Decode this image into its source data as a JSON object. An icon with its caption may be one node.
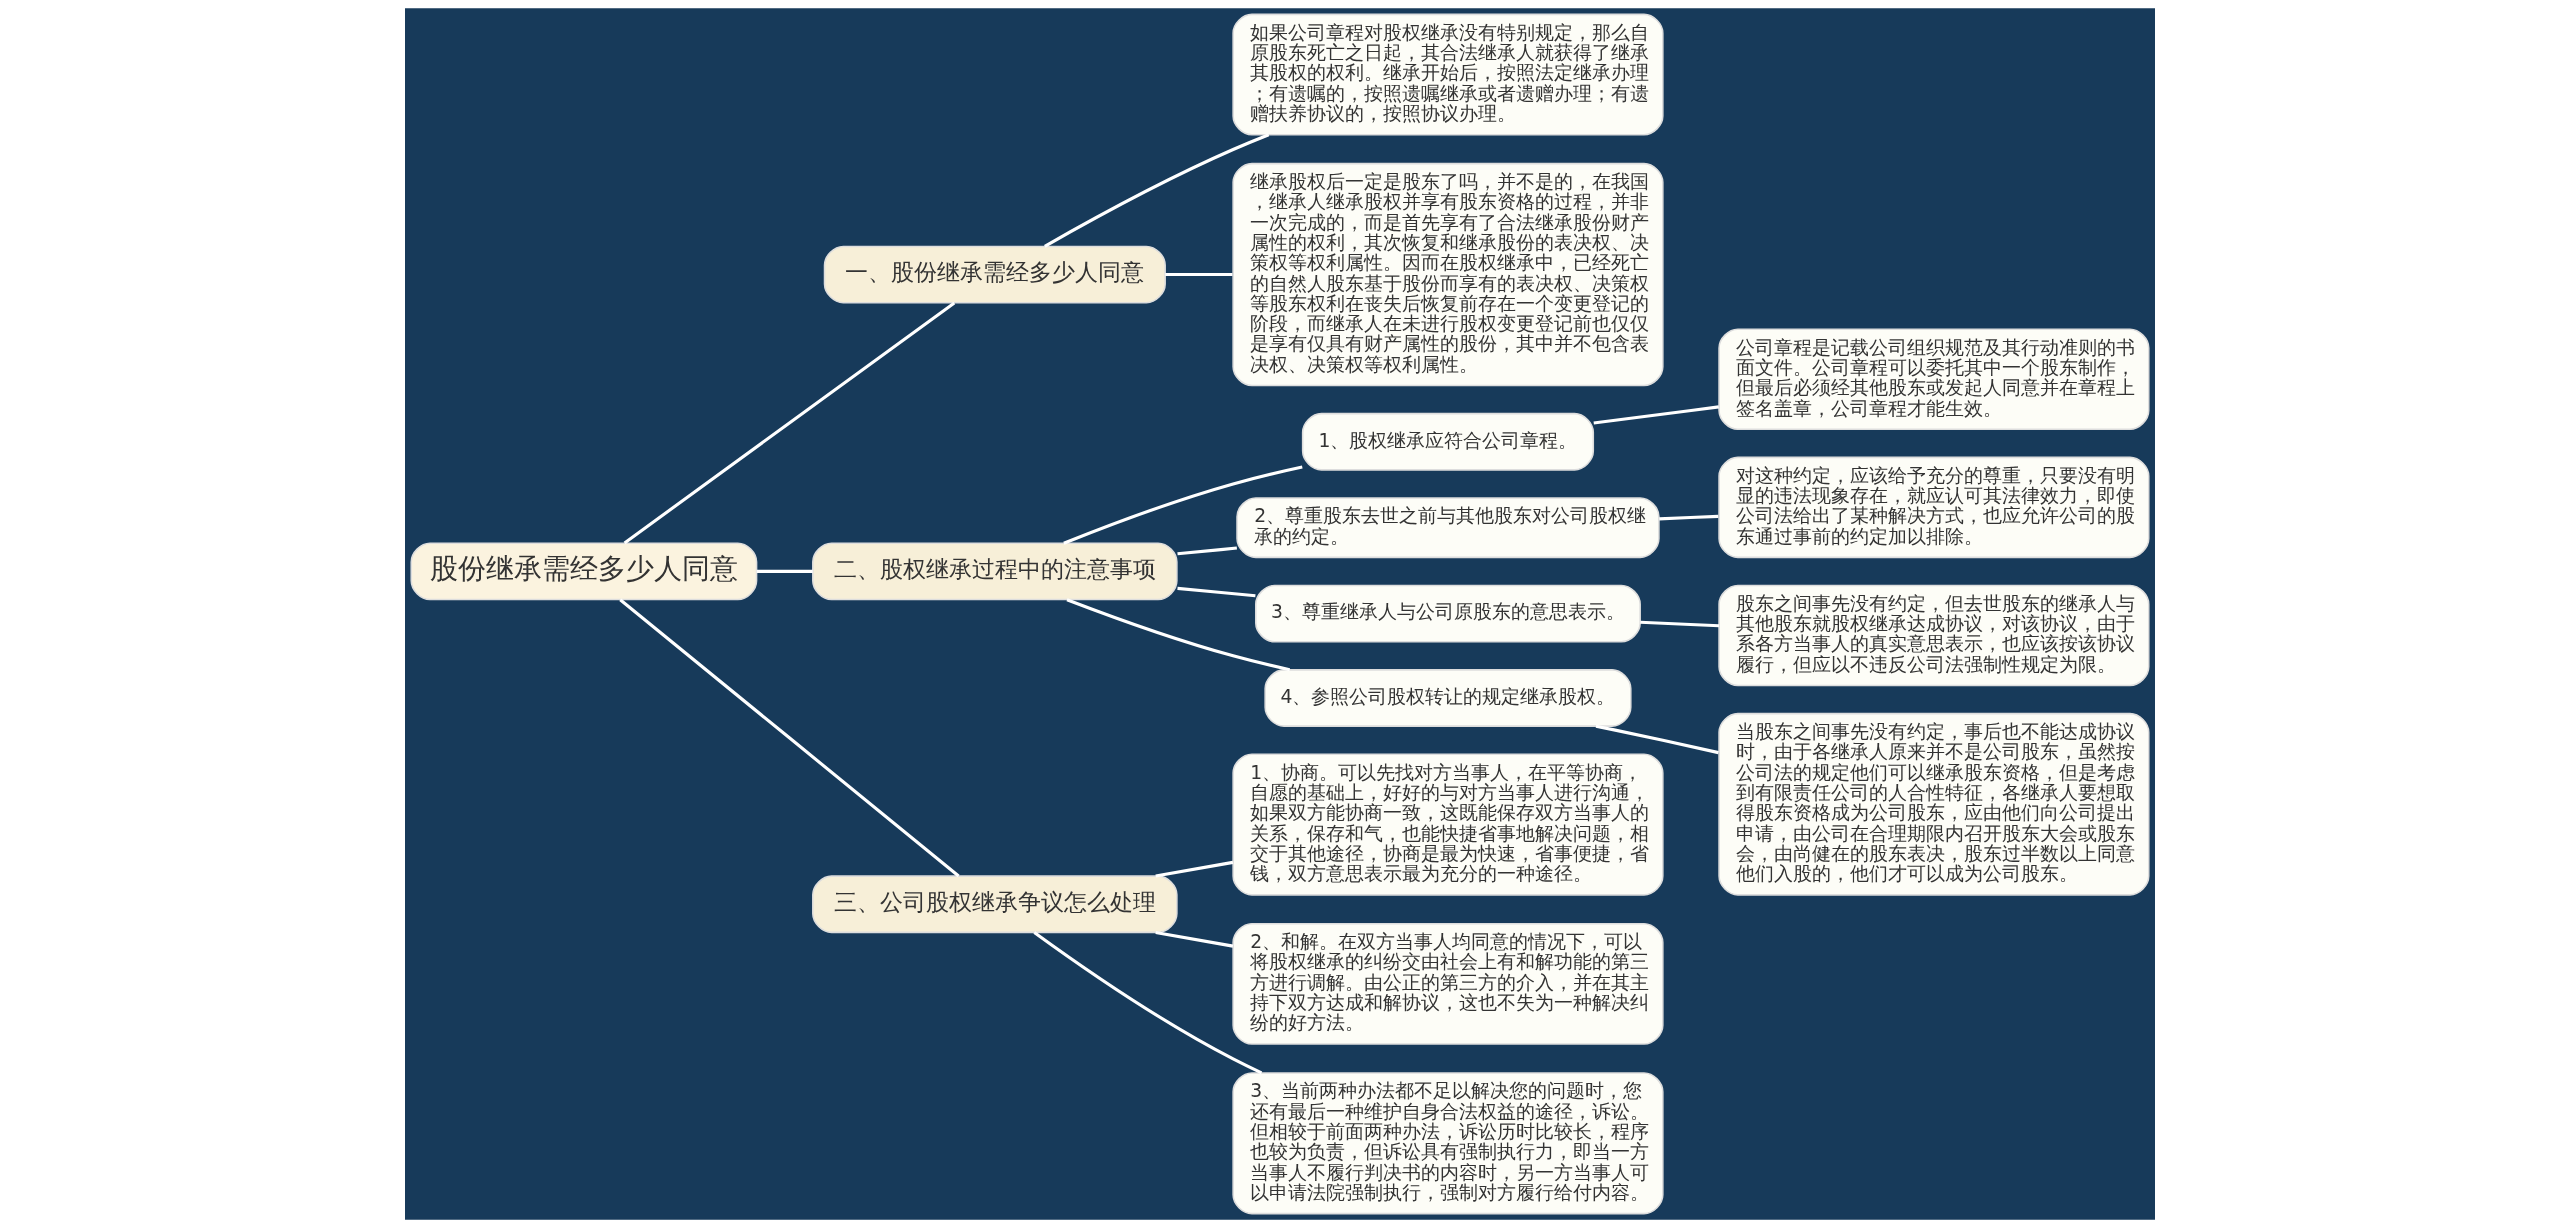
{
  "diagram": {
    "nodes": [
      {
        "text": [
          "股份继承需经多少人同意"
        ]
      },
      {
        "text": [
          "一、股份继承需经多少人同意"
        ]
      },
      {
        "text": [
          "如果公司章程对股权继承没有特别规定，那么自原股东死亡之日起，其合法继承人就获得了继承其股权的权利。继承开始后，按照法定继承办理；有遗嘱的，按照遗嘱继承或者遗赠办理；有遗赠扶养协议的，按照协议办理。"
        ]
      },
      {
        "text": [
          "继承股权后一定是股东了吗，并不是的，在我国，继承人继承股权并享有股东资格的过程，并非一次完成的，而是首先享有了合法继承股份财产属性的权利，其次恢复和继承股份的表决权、决策权等权利属性。因而在股权继承中，已经死亡的自然人股东基于股份而享有的表决权、决策权等股东权利在丧失后恢复前存在一个变更登记的阶段，而继承人在未进行股权变更登记前也仅仅是享有仅具有财产属性的股份，其中并不包含表决权、决策权等权利属性。"
        ]
      },
      {
        "text": [
          "二、股权继承过程中的注意事项"
        ]
      },
      {
        "text": [
          "1、股权继承应符合公司章程。"
        ]
      },
      {
        "text": [
          "公司章程是记载公司组织规范及其行动准则的书面文件。公司章程可以委托其中一个股东制作，但最后必须经其他股东或发起人同意并在章程上签名盖章，公司章程才能生效。"
        ]
      },
      {
        "text": [
          "2、尊重股东去世之前与其他股东对公司股权继承的约定。"
        ]
      },
      {
        "text": [
          "对这种约定，应该给予充分的尊重，只要没有明显的违法现象存在，就应认可其法律效力，即使公司法给出了某种解决方式，也应允许公司的股东通过事前的约定加以排除。"
        ]
      },
      {
        "text": [
          "3、尊重继承人与公司原股东的意思表示。"
        ]
      },
      {
        "text": [
          "股东之间事先没有约定，但去世股东的继承人与其他股东就股权继承达成协议，对该协议，由于系各方当事人的真实意思表示，也应该按该协议履行，但应以不违反公司法强制性规定为限。"
        ]
      },
      {
        "text": [
          "4、参照公司股权转让的规定继承股权。"
        ]
      },
      {
        "text": [
          "当股东之间事先没有约定，事后也不能达成协议时，由于各继承人原来并不是公司股东，虽然按公司法的规定他们可以继承股东资格，但是考虑到有限责任公司的人合性特征，各继承人要想取得股东资格成为公司股东，应由他们向公司提出申请，由公司在合理期限内召开股东大会或股东会，由尚健在的股东表决，股东过半数以上同意他们入股的，他们才可以成为公司股东。"
        ]
      },
      {
        "text": [
          "三、公司股权继承争议怎么处理"
        ]
      },
      {
        "text": [
          "1、协商。可以先找对方当事人，在平等协商，自愿的基础上，好好的与对方当事人进行沟通，如果双方能协商一致，这既能保存双方当事人的关系，保存和气，也能快捷省事地解决问题，相交于其他途径，协商是最为快速，省事便捷，省钱，双方意思表示最为充分的一种途径。"
        ]
      },
      {
        "text": [
          "2、和解。在双方当事人均同意的情况下，可以将股权继承的纠纷交由社会上有和解功能的第三方进行调解。由公正的第三方的介入，并在其主持下双方达成和解协议，这也不失为一种解决纠纷的好方法。"
        ]
      },
      {
        "text": [
          "3、当前两种办法都不足以解决您的问题时，您还有最后一种维护自身合法权益的途径，诉讼。但相较于前面两种办法，诉讼历时比较长，程序也较为负责，但诉讼具有强制执行力，即当一方当事人不履行判决书的内容时，另一方当事人可以申请法院强制执行，强制对方履行给付内容。"
        ]
      }
    ],
    "edges": [
      {
        "from": 0,
        "to": 1,
        "arrow": "none"
      },
      {
        "from": 1,
        "to": 2,
        "arrow": "none"
      },
      {
        "from": 1,
        "to": 3,
        "arrow": "none"
      },
      {
        "from": 0,
        "to": 4,
        "arrow": "none"
      },
      {
        "from": 4,
        "to": 5,
        "arrow": "none"
      },
      {
        "from": 5,
        "to": 6,
        "arrow": "none"
      },
      {
        "from": 4,
        "to": 7,
        "arrow": "none"
      },
      {
        "from": 7,
        "to": 8,
        "arrow": "none"
      },
      {
        "from": 4,
        "to": 9,
        "arrow": "none"
      },
      {
        "from": 9,
        "to": 10,
        "arrow": "none"
      },
      {
        "from": 4,
        "to": 11,
        "arrow": "none"
      },
      {
        "from": 11,
        "to": 12,
        "arrow": "none"
      },
      {
        "from": 0,
        "to": 13,
        "arrow": "none"
      },
      {
        "from": 13,
        "to": 14,
        "arrow": "none"
      },
      {
        "from": 13,
        "to": 15,
        "arrow": "none"
      },
      {
        "from": 13,
        "to": 16,
        "arrow": "none"
      }
    ]
  }
}
